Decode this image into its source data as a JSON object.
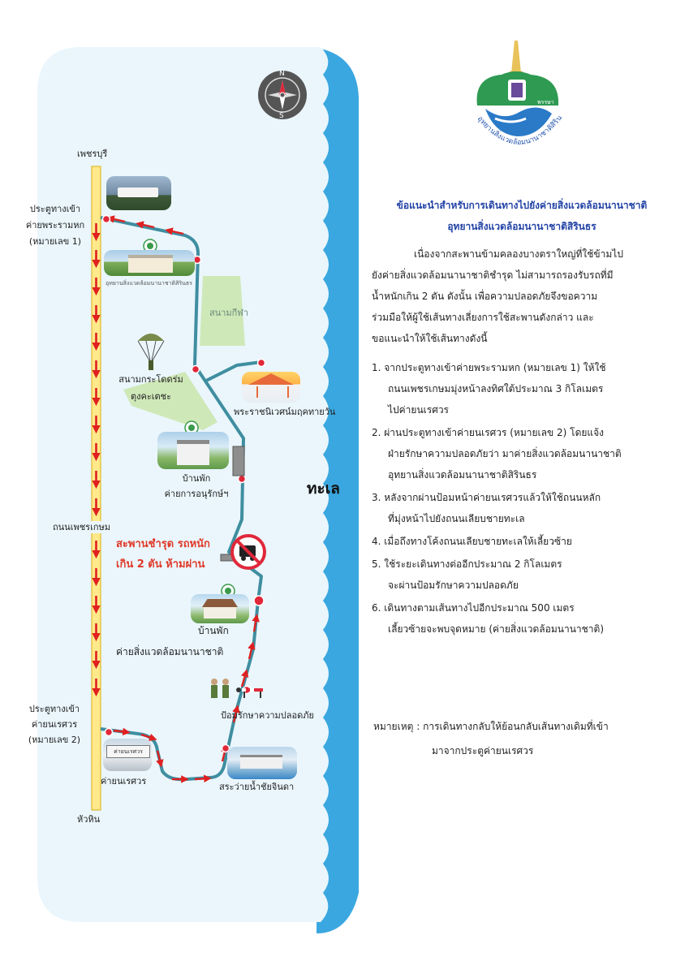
{
  "header": {
    "title_line1": "ข้อแนะนำสำหรับการเดินทางไปยังค่ายสิ่งแวดล้อมนานาชาติ",
    "title_line2": "อุทยานสิ่งแวดล้อมนานาชาติสิรินธร"
  },
  "intro": [
    "เนื่องจากสะพานข้ามคลองบางตราใหญ่ที่ใช้ข้ามไป",
    "ยังค่ายสิ่งแวดล้อมนานาชาติชำรุด ไม่สามารถรองรับรถที่มี",
    "น้ำหนักเกิน 2 ตัน ดังนั้น เพื่อความปลอดภัยจึงขอความ",
    "ร่วมมือให้ผู้ใช้เส้นทางเลี่ยงการใช้สะพานดังกล่าว และ",
    "ขอแนะนำให้ใช้เส้นทางดังนี้"
  ],
  "steps": [
    {
      "line1": "1. จากประตูทางเข้าค่ายพระรามหก (หมายเลข 1) ให้ใช้",
      "line2": "ถนนเพชรเกษมมุ่งหน้าลงทิศใต้ประมาณ 3 กิโลเมตร",
      "line3": "ไปค่ายนเรศวร"
    },
    {
      "line1": "2. ผ่านประตูทางเข้าค่ายนเรศวร (หมายเลข 2) โดยแจ้ง",
      "line2": "ฝ่ายรักษาความปลอดภัยว่า มาค่ายสิ่งแวดล้อมนานาชาติ",
      "line3": "อุทยานสิ่งแวดล้อมนานาชาติสิรินธร"
    },
    {
      "line1": "3. หลังจากผ่านป้อมหน้าค่ายนเรศวรแล้วให้ใช้ถนนหลัก",
      "line2": "ที่มุ่งหน้าไปยังถนนเลียบชายทะเล",
      "line3": ""
    },
    {
      "line1": "4. เมื่อถึงทางโค้งถนนเลียบชายทะเลให้เลี้ยวซ้าย",
      "line2": "",
      "line3": ""
    },
    {
      "line1": "5. ใช้ระยะเดินทางต่ออีกประมาณ 2 กิโลเมตร",
      "line2": "จะผ่านป้อมรักษาความปลอดภัย",
      "line3": ""
    },
    {
      "line1": "6. เดินทางตามเส้นทางไปอีกประมาณ 500 เมตร",
      "line2": "เลี้ยวซ้ายจะพบจุดหมาย (ค่ายสิ่งแวดล้อมนานาชาติ)",
      "line3": ""
    }
  ],
  "note": {
    "line1": "หมายเหตุ : การเดินทางกลับให้ย้อนกลับเส้นทางเดิมที่เข้า",
    "line2": "มาจากประตูค่ายนเรศวร"
  },
  "logo": {
    "badge_text": "พรรษา",
    "arc_text": "อุทยานสิ่งแวดล้อมนานาชาติสิรินธร"
  },
  "map": {
    "compass": {
      "north": "N",
      "south": "S"
    },
    "north_end": "เพชรบุรี",
    "south_end": "หัวหิน",
    "road_name": "ถนนเพชรเกษม",
    "sea": "ทะเล",
    "gate1": [
      "ประตูทางเข้า",
      "ค่ายพระรามหก",
      "(หมายเลข 1)"
    ],
    "gate2": [
      "ประตูทางเข้า",
      "ค่ายนเรศวร",
      "(หมายเลข 2)"
    ],
    "park_caption": "อุทยานสิ่งแวดล้อมนานาชาติสิรินธร",
    "stadium": "สนามกีฬา",
    "parachute_field": [
      "สนามกระโดดร่ม",
      "ตุงคะเตชะ"
    ],
    "palace": "พระราชนิเวศน์มฤคทายวัน",
    "conservation_house": [
      "บ้านพัก",
      "ค่ายการอนุรักษ์ฯ"
    ],
    "bridge_warning": [
      "สะพานชำรุด รถหนัก",
      "เกิน 2 ตัน ห้ามผ่าน"
    ],
    "camp_house": "บ้านพัก",
    "camp_name": "ค่ายสิ่งแวดล้อมนานาชาติ",
    "guard_post": "ป้อมรักษาความปลอดภัย",
    "naresuan_camp": "ค่ายนเรศวร",
    "naresuan_sign": "ค่ายนเรศวร",
    "pool": "สระว่ายน้ำชัยจินดา"
  },
  "colors": {
    "sea_blue": "#3aa7e0",
    "land": "#eaf6fc",
    "route": "#3f8ea0",
    "road_yellow": "#ffe98a",
    "arrow_red": "#e02020",
    "green_area": "#cfe8b8",
    "title_blue": "#2343a6",
    "warning_red": "#e03a2a"
  }
}
